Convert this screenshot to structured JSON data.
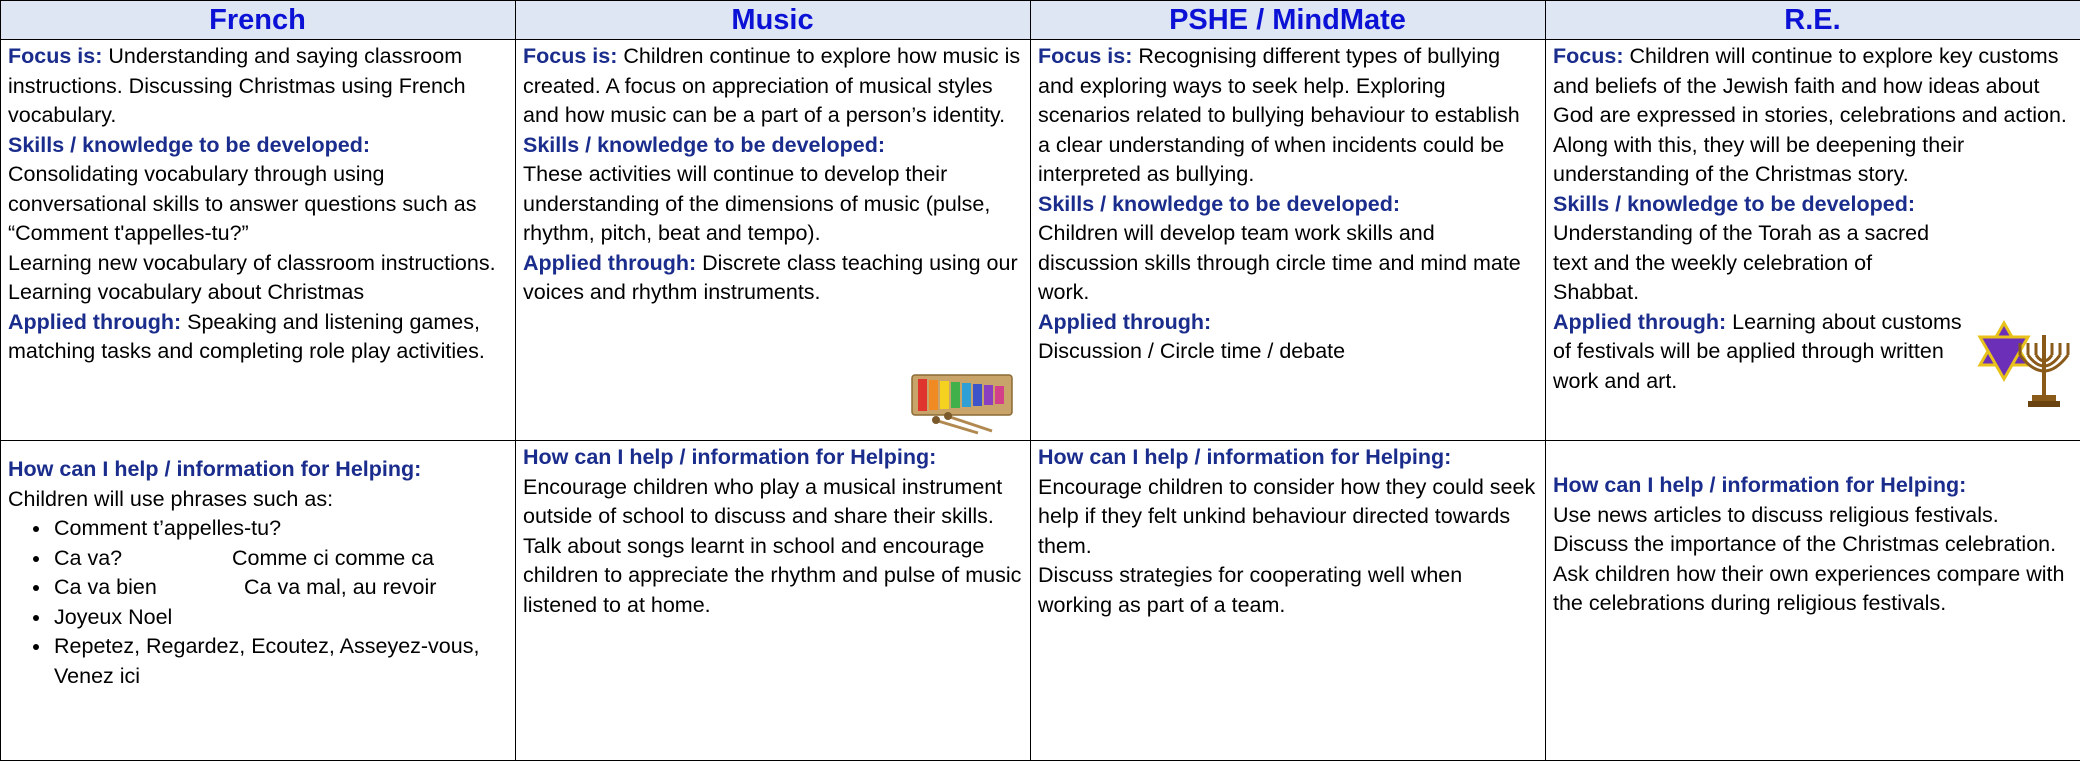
{
  "headers": [
    "French",
    "Music",
    "PSHE / MindMate",
    "R.E."
  ],
  "french": {
    "focus_label": "Focus is:",
    "focus_text": " Understanding and saying classroom instructions. Discussing Christmas using French vocabulary.",
    "skills_label": "Skills / knowledge to be developed:",
    "skills_1": "Consolidating vocabulary through using conversational skills to answer questions such as “Comment t'appelles-tu?”",
    "skills_2": "Learning new vocabulary of classroom instructions.",
    "skills_3": "Learning vocabulary about Christmas",
    "applied_label": "Applied through:",
    "applied_text": " Speaking and listening games, matching tasks and completing role play activities.",
    "help_label": "How can I help / information for Helping:",
    "help_intro": "Children will use phrases such as:",
    "phrases": [
      {
        "a": "Comment t’appelles-tu?",
        "b": ""
      },
      {
        "a": "Ca va?",
        "b": "Comme ci comme ca"
      },
      {
        "a": "Ca va bien",
        "b": "Ca va mal, au revoir"
      },
      {
        "a": "Joyeux Noel",
        "b": ""
      },
      {
        "a": "Repetez, Regardez, Ecoutez, Asseyez-vous, Venez ici",
        "b": ""
      }
    ]
  },
  "music": {
    "focus_label": "Focus is:",
    "focus_text": " Children continue to explore how music is created. A focus on appreciation of musical styles and how music can be a part of a person’s identity.",
    "skills_label": "Skills / knowledge to be developed:",
    "skills_text": "These activities will continue to develop their understanding of the dimensions of music (pulse, rhythm, pitch, beat and tempo).",
    "applied_label": "Applied through:",
    "applied_text": " Discrete class teaching using our voices and rhythm instruments.",
    "help_label": "How can I help / information for Helping:",
    "help_1": "Encourage children who play a musical instrument outside of school to discuss and share their skills.",
    "help_2": "Talk about songs learnt in school and encourage children to appreciate the rhythm and pulse of music listened to at home.",
    "image_icon": "xylophone-icon"
  },
  "pshe": {
    "focus_label": "Focus is:",
    "focus_text": " Recognising different types of bullying and exploring ways to seek help. Exploring scenarios related to bullying behaviour to establish a clear understanding of when incidents could be interpreted as bullying.",
    "skills_label": "Skills / knowledge to be developed:",
    "skills_text": "Children will develop team work skills and discussion skills through circle time and mind mate work.",
    "applied_label": "Applied through:",
    "applied_text": "Discussion / Circle time / debate",
    "help_label": "How can I help / information for Helping:",
    "help_1": "Encourage children to consider how they could seek help if they felt unkind behaviour directed towards them.",
    "help_2": "Discuss strategies for cooperating well when working as part of a team."
  },
  "re": {
    "focus_label": "Focus:",
    "focus_text": " Children will continue to explore key customs and beliefs of the Jewish faith and how ideas about God are expressed in stories, celebrations and action.  Along with this, they will be deepening their understanding of the Christmas story.",
    "skills_label": "Skills / knowledge to be developed:",
    "skills_text": "Understanding of the Torah as a sacred text and the weekly celebration of Shabbat.",
    "applied_label": "Applied through:",
    "applied_text": " Learning about customs of festivals will be applied through written work and art.",
    "help_label": "How can I help / information for Helping:",
    "help_1": "Use news articles to discuss religious festivals.",
    "help_2": "Discuss the importance of the Christmas celebration.  Ask children how their own experiences compare with the celebrations during religious festivals.",
    "image_icon": "star-of-david-menorah-icon"
  },
  "colors": {
    "header_text": "#0b12d6",
    "header_bg": "#dde6f2",
    "label_text": "#1a2c8c"
  }
}
